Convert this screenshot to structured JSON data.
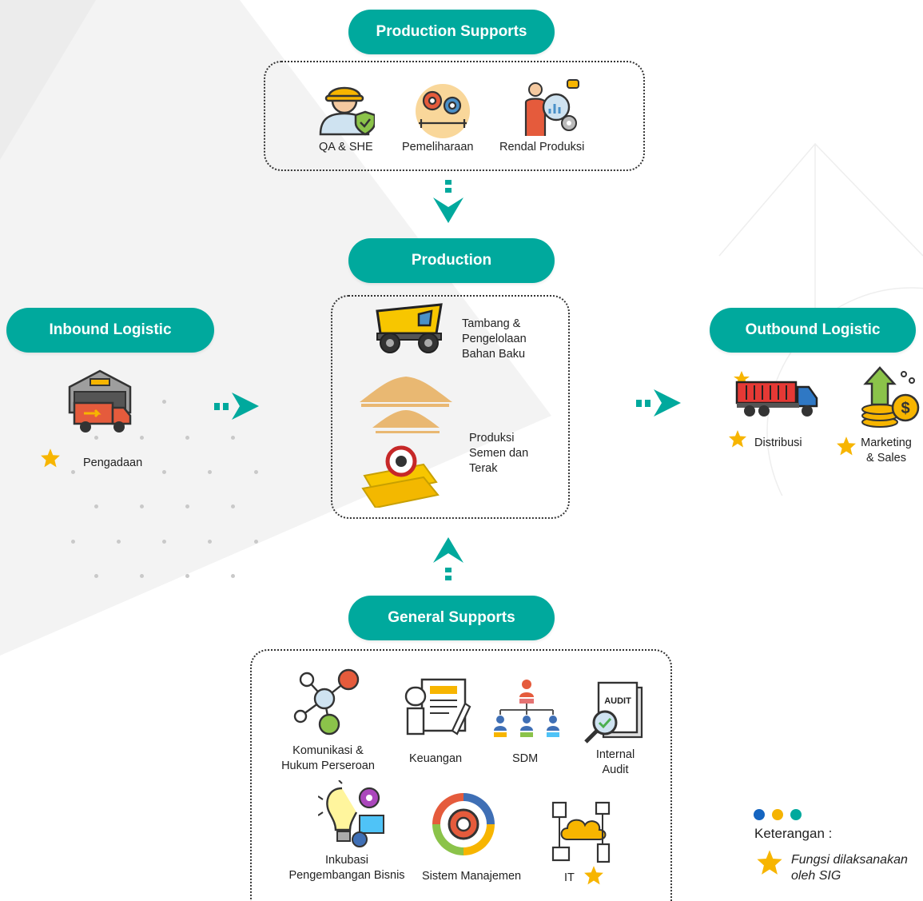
{
  "production_supports": {
    "title": "Production Supports",
    "items": [
      {
        "label": "QA & SHE",
        "icon": "worker-shield-icon"
      },
      {
        "label": "Pemeliharaan",
        "icon": "gears-wrench-icon"
      },
      {
        "label": "Rendal Produksi",
        "icon": "analyst-chart-icon"
      }
    ]
  },
  "production": {
    "title": "Production",
    "items": [
      {
        "label": "Tambang & Pengelolaan Bahan Baku",
        "lines": [
          "Tambang &",
          "Pengelolaan",
          "Bahan Baku"
        ],
        "icon": "dump-truck-icon"
      },
      {
        "label": "Produksi Semen dan Terak",
        "lines": [
          "Produksi",
          "Semen dan",
          "Terak"
        ],
        "icon": "cement-bags-icon"
      }
    ]
  },
  "inbound": {
    "title": "Inbound Logistic",
    "items": [
      {
        "label": "Pengadaan",
        "icon": "warehouse-truck-icon",
        "starred": true
      }
    ]
  },
  "outbound": {
    "title": "Outbound Logistic",
    "items": [
      {
        "label": "Distribusi",
        "icon": "container-truck-icon",
        "starred": true
      },
      {
        "label": "Marketing & Sales",
        "lines": [
          "Marketing",
          "& Sales"
        ],
        "icon": "coins-growth-icon",
        "starred": true
      }
    ]
  },
  "general_supports": {
    "title": "General Supports",
    "items": [
      {
        "label": "Komunikasi & Hukum Perseroan",
        "lines": [
          "Komunikasi &",
          "Hukum Perseroan"
        ],
        "icon": "network-people-icon"
      },
      {
        "label": "Keuangan",
        "icon": "finance-document-icon"
      },
      {
        "label": "SDM",
        "icon": "org-chart-icon"
      },
      {
        "label": "Internal Audit",
        "lines": [
          "Internal",
          "Audit"
        ],
        "icon": "audit-document-icon",
        "badge": "AUDIT"
      },
      {
        "label": "Inkubasi Pengembangan Bisnis",
        "lines": [
          "Inkubasi",
          "Pengembangan Bisnis"
        ],
        "icon": "bulb-gears-icon"
      },
      {
        "label": "Sistem Manajemen",
        "icon": "cycle-gear-icon"
      },
      {
        "label": "IT",
        "icon": "cloud-network-icon",
        "starred": true
      }
    ]
  },
  "legend": {
    "title": "Keterangan :",
    "star_text_lines": [
      "Fungsi dilaksanakan",
      "oleh SIG"
    ],
    "dot_colors": [
      "#1565c0",
      "#f5b301",
      "#00a99d"
    ]
  },
  "colors": {
    "accent": "#00a99d",
    "star": "#f7b500",
    "dark": "#333333"
  }
}
